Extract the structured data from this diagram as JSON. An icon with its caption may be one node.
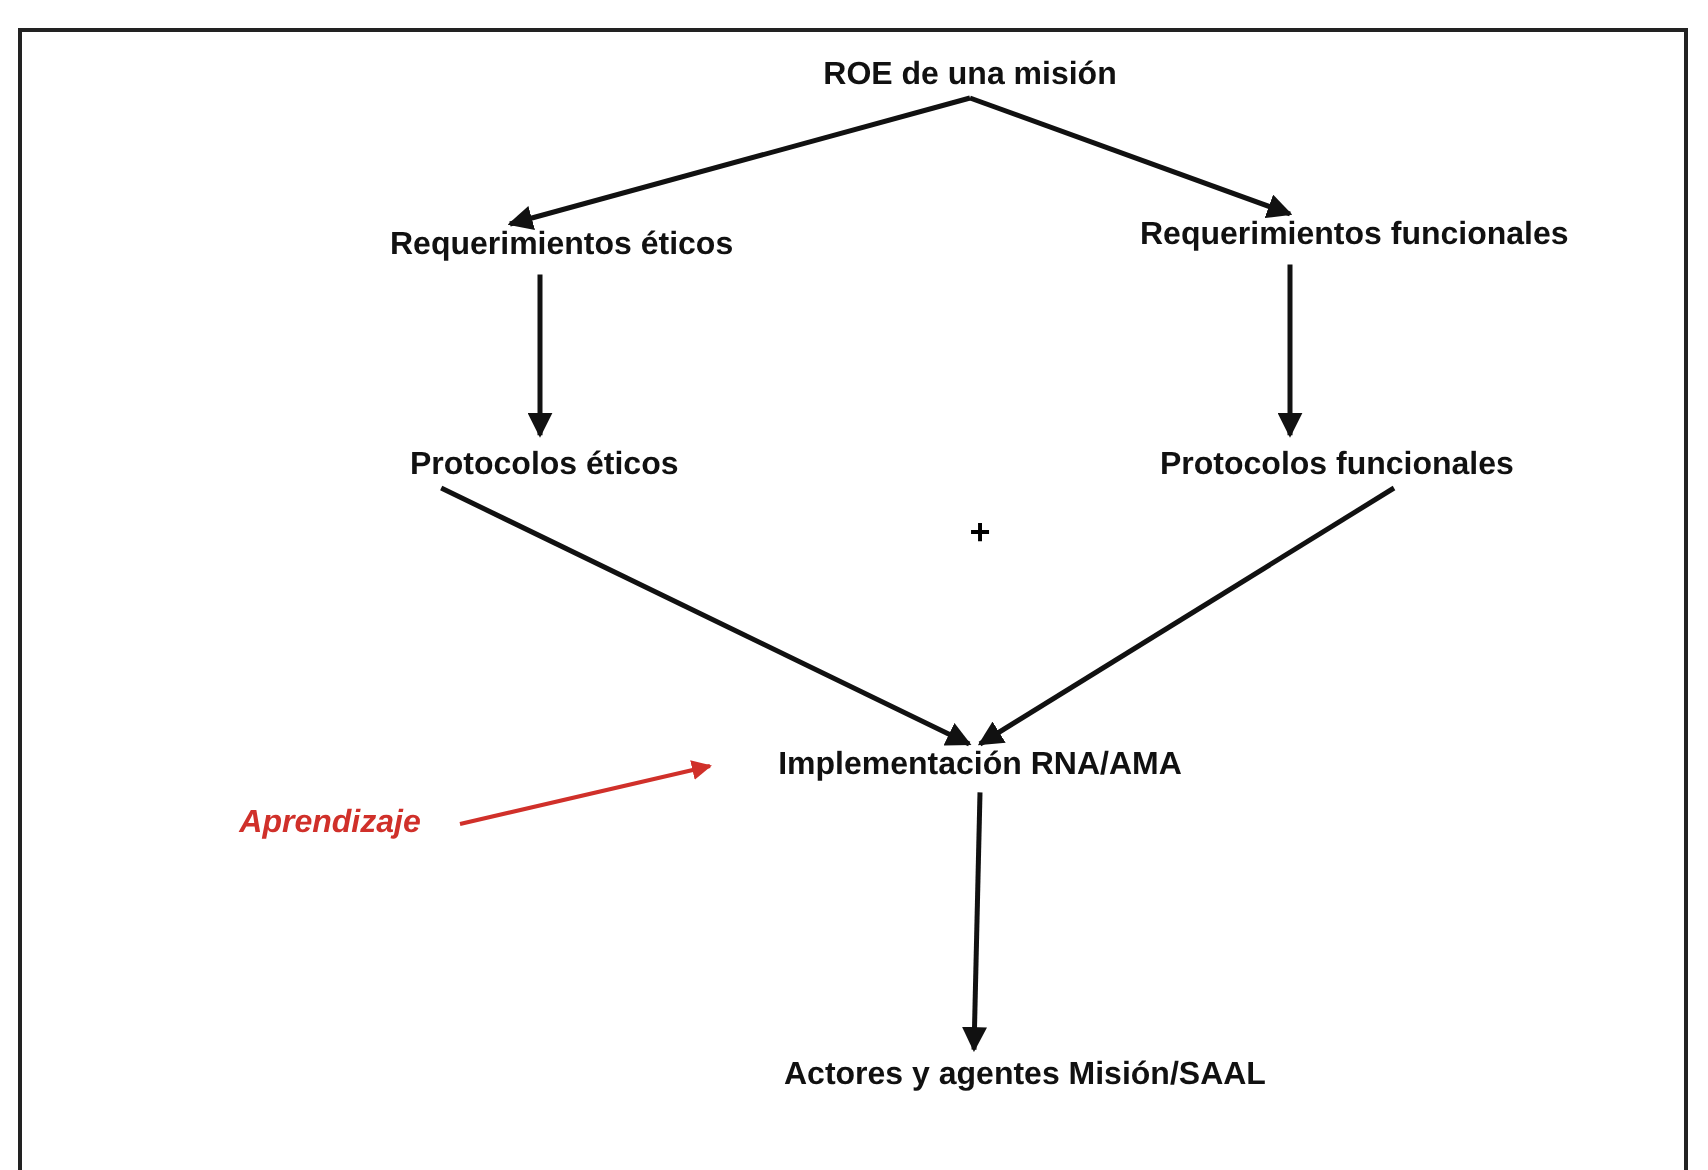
{
  "diagram": {
    "nodes": [
      {
        "text": [
          "ROE de una misión"
        ]
      },
      {
        "text": [
          "Requerimientos éticos"
        ]
      },
      {
        "text": [
          "Requerimientos funcionales"
        ]
      },
      {
        "text": [
          "Protocolos éticos"
        ]
      },
      {
        "text": [
          "Protocolos funcionales"
        ]
      },
      {
        "text": [
          "Implementación RNA/AMA"
        ]
      },
      {
        "text": [
          "Aprendizaje"
        ]
      },
      {
        "text": [
          "Actores y agentes Misión/SAAL"
        ]
      }
    ],
    "edges": [
      {
        "from": 0,
        "to": 1,
        "arrow": "to"
      },
      {
        "from": 0,
        "to": 2,
        "arrow": "to"
      },
      {
        "from": 1,
        "to": 3,
        "arrow": "to"
      },
      {
        "from": 2,
        "to": 4,
        "arrow": "to"
      },
      {
        "from": 3,
        "to": 5,
        "arrow": "to"
      },
      {
        "from": 4,
        "to": 5,
        "arrow": "to"
      },
      {
        "from": 6,
        "to": 5,
        "arrow": "to",
        "color": "#d0302a"
      },
      {
        "from": 5,
        "to": 7,
        "arrow": "to"
      }
    ],
    "labels": [
      "+"
    ]
  }
}
